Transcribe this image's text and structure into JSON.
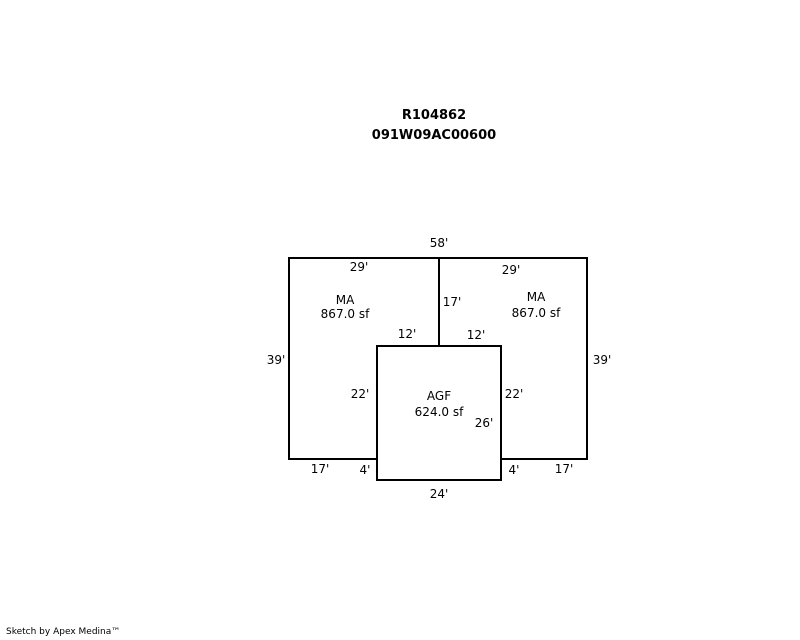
{
  "header": {
    "parcel_id": "R104862",
    "map_number": "091W09AC00600"
  },
  "sketch": {
    "dimensions": {
      "total_width": "58'",
      "left_top": "29'",
      "right_top": "29'",
      "center_wall": "17'",
      "left_depth": "39'",
      "right_depth": "39'",
      "agf_top_left": "12'",
      "agf_top_right": "12'",
      "agf_left_side": "22'",
      "agf_right_side": "22'",
      "agf_inner": "26'",
      "left_bottom": "17'",
      "right_bottom": "17'",
      "left_step": "4'",
      "right_step": "4'",
      "agf_bottom": "24'"
    },
    "areas": {
      "left": {
        "code": "MA",
        "size": "867.0 sf"
      },
      "right": {
        "code": "MA",
        "size": "867.0 sf"
      },
      "center": {
        "code": "AGF",
        "size": "624.0 sf"
      }
    }
  },
  "footer": {
    "credit": "Sketch by Apex Medina™"
  }
}
